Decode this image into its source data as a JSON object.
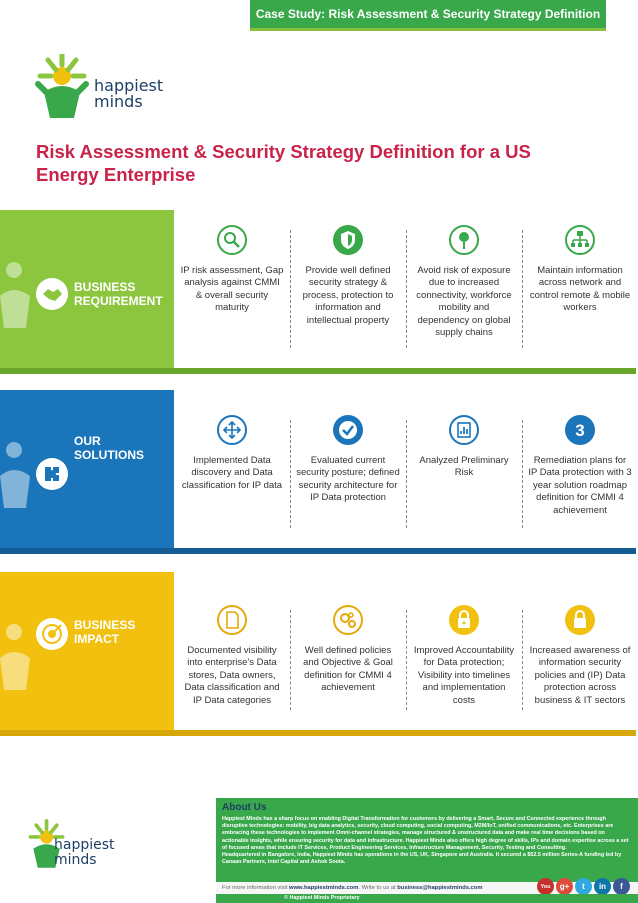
{
  "header": {
    "banner": "Case Study: Risk Assessment & Security Strategy Definition",
    "logo_line1": "happiest",
    "logo_line2": "minds",
    "title": "Risk Assessment & Security Strategy Definition for a US Energy Enterprise"
  },
  "colors": {
    "accent_green": "#38a84a",
    "band_green": "#8cc63f",
    "band_blue": "#1b75bb",
    "band_yellow": "#f2c10f",
    "title_red": "#c9234a",
    "brand_navy": "#1e3f66"
  },
  "sections": [
    {
      "label_line1": "BUSINESS",
      "label_line2": "REQUIREMENT",
      "icon": "handshake-icon",
      "items": [
        {
          "icon": "magnifier-icon",
          "text": "IP risk assessment, Gap analysis against CMMI & overall security maturity"
        },
        {
          "icon": "shield-icon",
          "text": "Provide well defined security strategy & process, protection to information and intellectual property"
        },
        {
          "icon": "location-pin-icon",
          "text": "Avoid risk of exposure due to increased connectivity, workforce mobility and dependency on global supply chains"
        },
        {
          "icon": "network-icon",
          "text": "Maintain information across network and control remote & mobile workers"
        }
      ]
    },
    {
      "label_line1": "OUR",
      "label_line2": "SOLUTIONS",
      "icon": "puzzle-icon",
      "items": [
        {
          "icon": "move-arrows-icon",
          "text": "Implemented Data discovery and Data classification for IP data"
        },
        {
          "icon": "checkmark-icon",
          "text": "Evaluated current security posture; defined security architecture for IP Data protection"
        },
        {
          "icon": "document-chart-icon",
          "text": "Analyzed Preliminary Risk"
        },
        {
          "icon": "number-three-icon",
          "glyph": "3",
          "text": "Remediation plans for IP Data protection with 3 year solution roadmap definition for CMMI 4 achievement"
        }
      ]
    },
    {
      "label_line1": "BUSINESS",
      "label_line2": "IMPACT",
      "icon": "target-icon",
      "items": [
        {
          "icon": "document-icon",
          "text": "Documented visibility into enterprise's Data stores, Data owners, Data classification and IP Data categories"
        },
        {
          "icon": "gears-icon",
          "text": "Well defined policies and Objective & Goal definition for CMMI 4 achievement"
        },
        {
          "icon": "lock-icon",
          "text": "Improved Accountability for Data protection; Visibility into timelines and implementation costs"
        },
        {
          "icon": "padlock-icon",
          "text": "Increased awareness of information security policies and (IP) Data protection across business & IT sectors"
        }
      ]
    }
  ],
  "footer": {
    "logo_line1": "happiest",
    "logo_line2": "minds",
    "about_title": "About Us",
    "about_p1": "Happiest Minds has a sharp focus on enabling Digital Transformation for customers by delivering a Smart, Secure and Connected experience through disruptive technologies: mobility, big data analytics, security, cloud computing, social computing, M2M/IoT, unified communications, etc. Enterprises are embracing these technologies to implement Omni-channel strategies, manage structured & unstructured data and make real time decisions based on actionable insights, while ensuring security for data and infrastructure. Happiest Minds also offers high degree of skills, IPs and domain expertise across a set of focused areas that include IT Services, Product Engineering Services, Infrastructure Management, Security, Testing and Consulting.",
    "about_p2": "Headquartered in Bangalore, India, Happiest Minds has operations in the US, UK, Singapore and Australia. It secured a $52.5 million Series-A funding led by Canaan Partners, Intel Capital and Ashok Soota.",
    "contact_prefix": "For more information visit ",
    "contact_site": "www.happiestminds.com",
    "contact_mid": ". Write to us at ",
    "contact_email": "business@happiestminds.com",
    "social": [
      {
        "name": "youtube-icon",
        "glyph": "You",
        "color": "#c4302b"
      },
      {
        "name": "google-plus-icon",
        "glyph": "g+",
        "color": "#dd4b39"
      },
      {
        "name": "twitter-icon",
        "glyph": "t",
        "color": "#2fa9e0"
      },
      {
        "name": "linkedin-icon",
        "glyph": "in",
        "color": "#0e76a8"
      },
      {
        "name": "facebook-icon",
        "glyph": "f",
        "color": "#3b5998"
      }
    ],
    "copyright": "© Happiest Minds Proprietary"
  }
}
